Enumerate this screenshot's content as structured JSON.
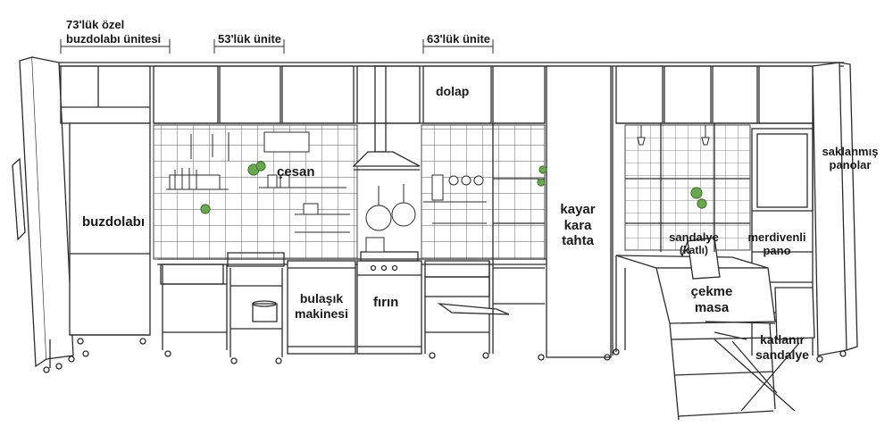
{
  "dimension_labels": {
    "unit_73": [
      "73'lük özel",
      "buzdolabı ünitesi"
    ],
    "unit_53": "53'lük ünite",
    "unit_63": "63'lük ünite"
  },
  "component_labels": {
    "dolap": "dolap",
    "cesan": "çesan",
    "buzdolabi": "buzdolabı",
    "bulasik_makinesi": [
      "bulaşık",
      "makinesi"
    ],
    "firin": "fırın",
    "kayar_kara_tahta": [
      "kayar",
      "kara",
      "tahta"
    ],
    "sandalye_katli": [
      "sandalye",
      "(katlı)"
    ],
    "merdivenli_pano": [
      "merdivenli",
      "pano"
    ],
    "saklanmis_panolar": [
      "saklanmış",
      "panolar"
    ],
    "cekme_masa": [
      "çekme",
      "masa"
    ],
    "katlanir_sandalye": [
      "katlanır",
      "sandalye"
    ]
  },
  "colors": {
    "line": "#2b2b2b",
    "light_line": "#8a8a8a",
    "plant": "#6aa84f"
  }
}
